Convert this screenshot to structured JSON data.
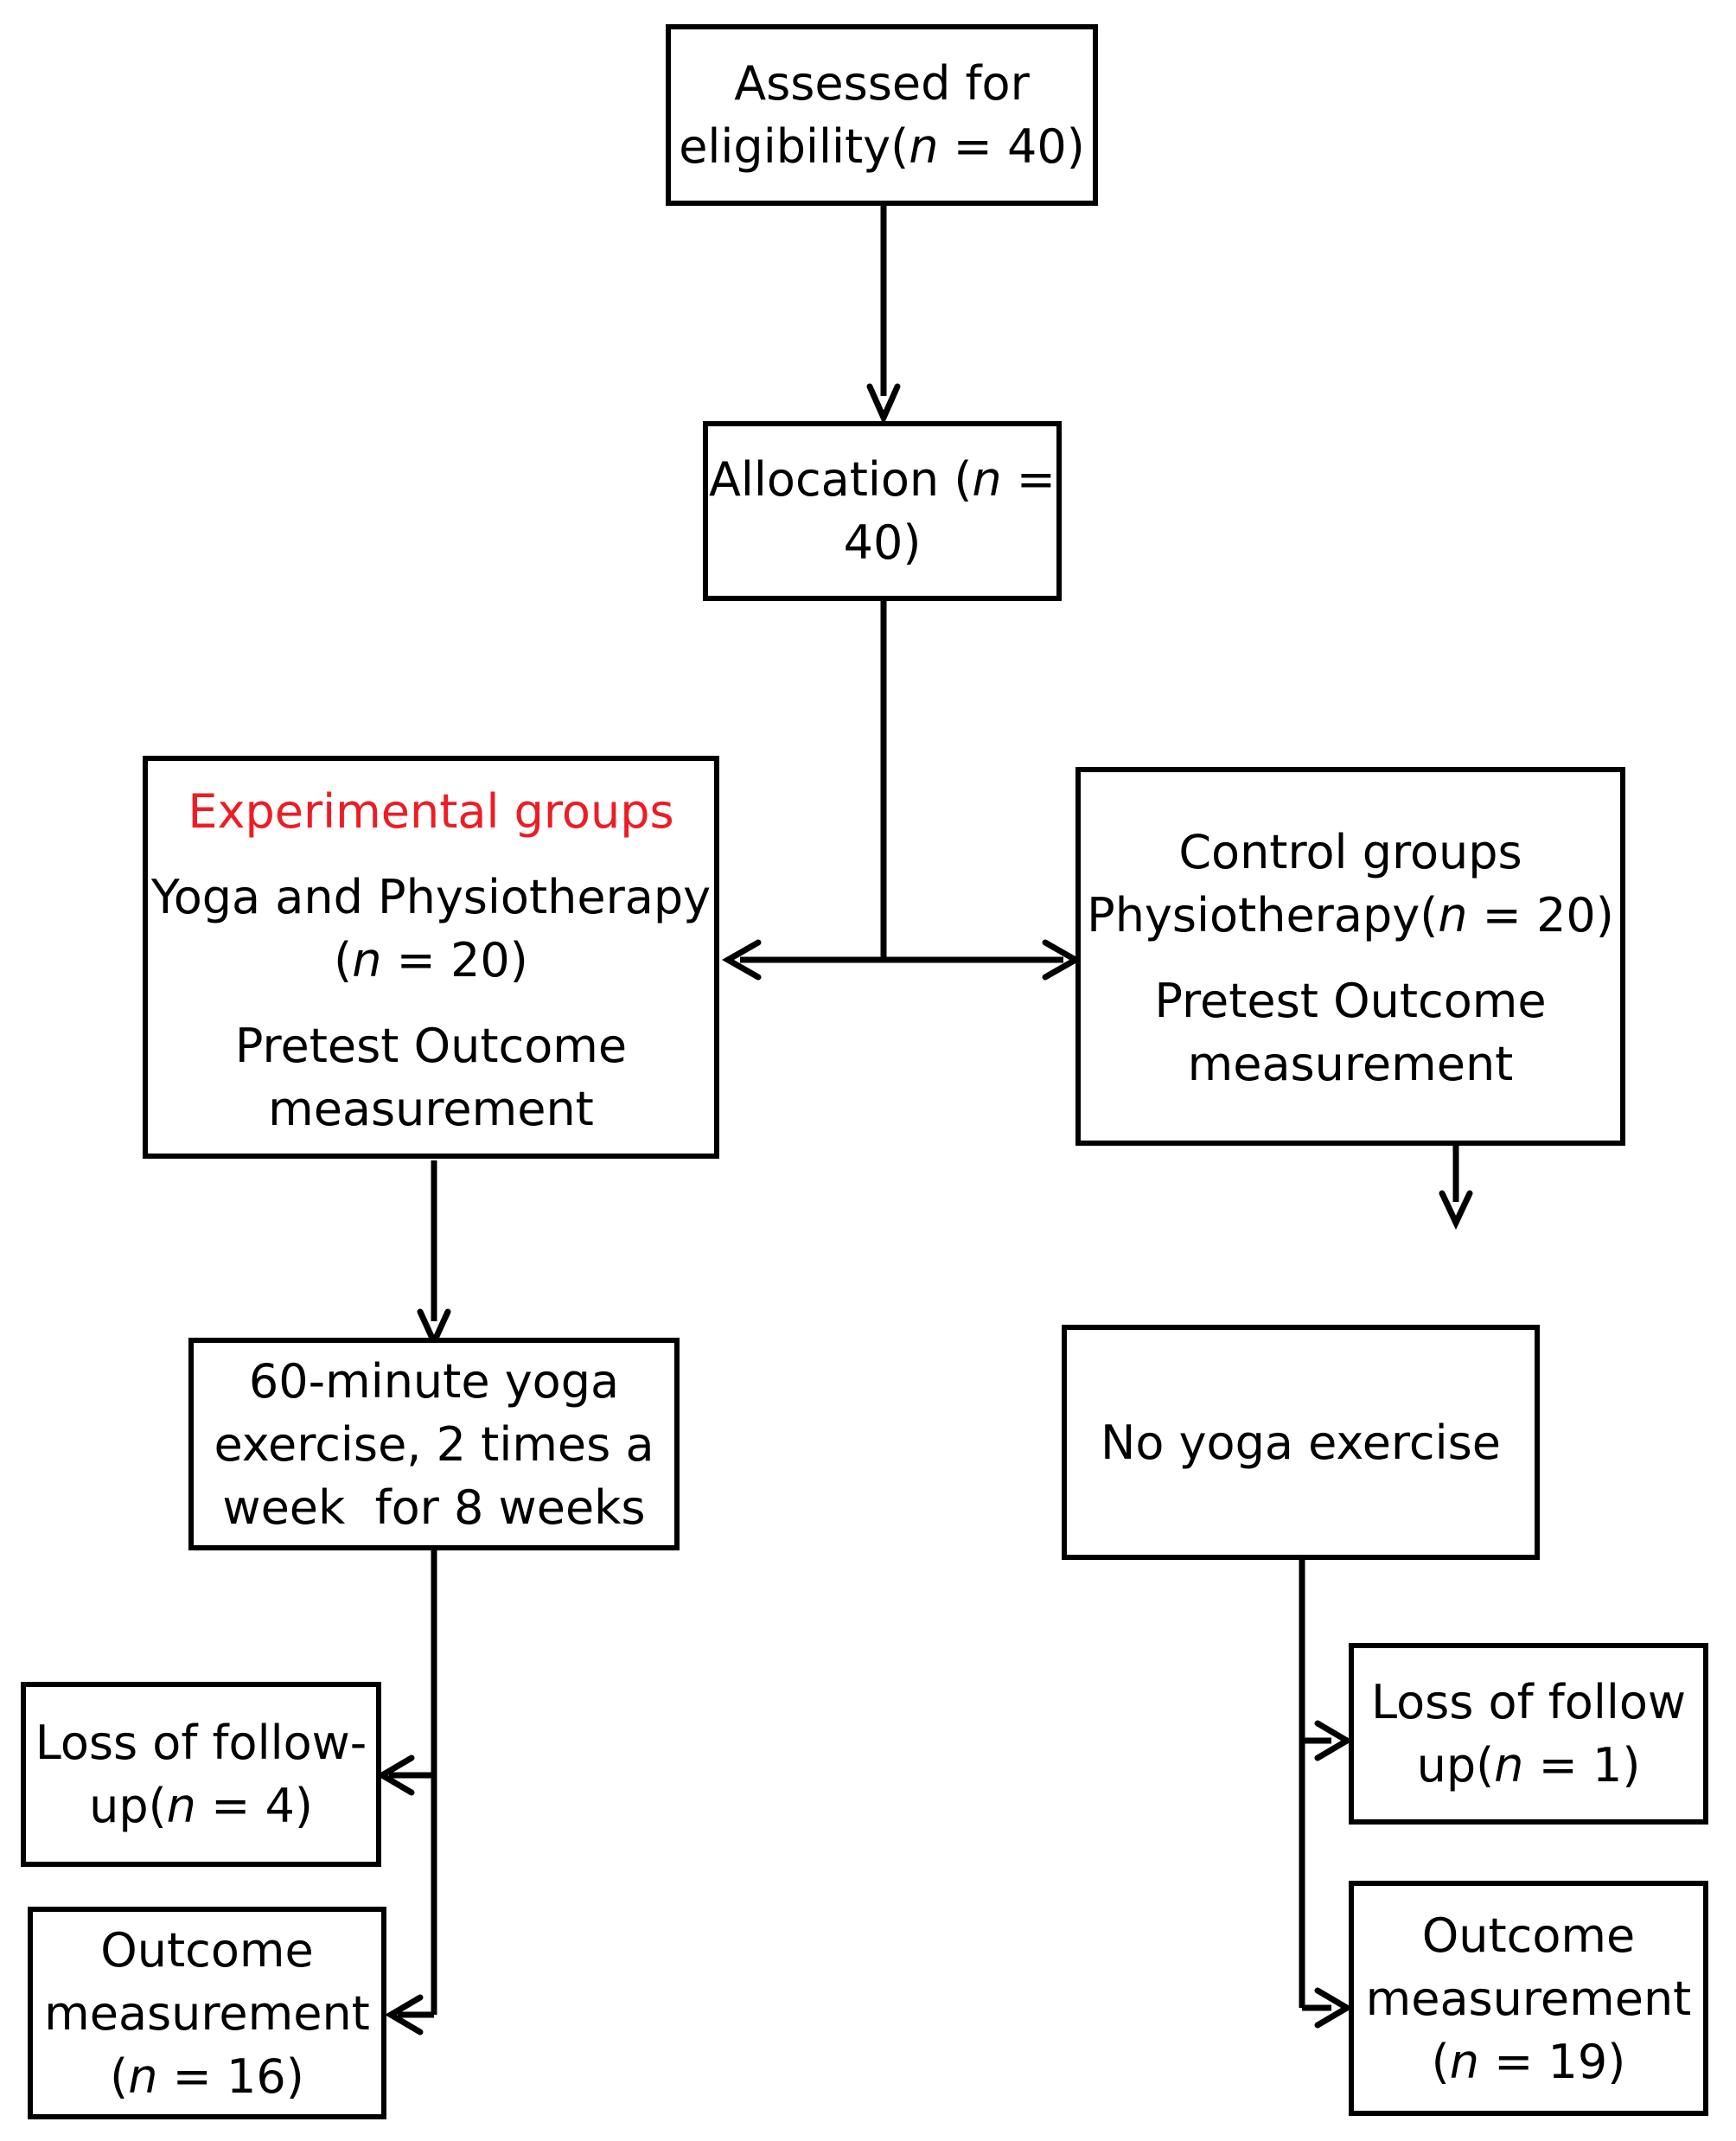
{
  "box_assessed": {
    "line1": "Assessed for",
    "line2_pre": "eligibility(",
    "n": "n",
    "line2_post": " = 40)"
  },
  "box_allocation": {
    "line1_pre": "Allocation (",
    "n": "n",
    "line1_post": " =",
    "line2": "40)"
  },
  "box_experimental": {
    "title": "Experimental groups",
    "title_color": "#ee1c24",
    "line1": "Yoga and Physiotherapy",
    "line2_pre": "(",
    "n": "n",
    "line2_post": " = 20)",
    "line3": "Pretest Outcome",
    "line4": "measurement"
  },
  "box_control": {
    "line1": "Control groups",
    "line2_pre": "Physiotherapy(",
    "n": "n",
    "line2_post": " = 20)",
    "line3": "Pretest Outcome",
    "line4": "measurement"
  },
  "box_yoga_exercise": {
    "line1": "60-minute yoga",
    "line2": "exercise, 2 times a",
    "line3": "week  for 8 weeks"
  },
  "box_no_yoga": {
    "line1": "No yoga exercise"
  },
  "box_loss_left": {
    "line1": "Loss of follow-",
    "line2_pre": "up(",
    "n": "n",
    "line2_post": " = 4)"
  },
  "box_outcome_left": {
    "line1": "Outcome",
    "line2": "measurement",
    "line3_pre": "(",
    "n": "n",
    "line3_post": " = 16)"
  },
  "box_loss_right": {
    "line1": "Loss of follow",
    "line2_pre": "up(",
    "n": "n",
    "line2_post": " = 1)"
  },
  "box_outcome_right": {
    "line1": "Outcome",
    "line2": "measurement",
    "line3_pre": "(",
    "n": "n",
    "line3_post": " = 19)"
  }
}
